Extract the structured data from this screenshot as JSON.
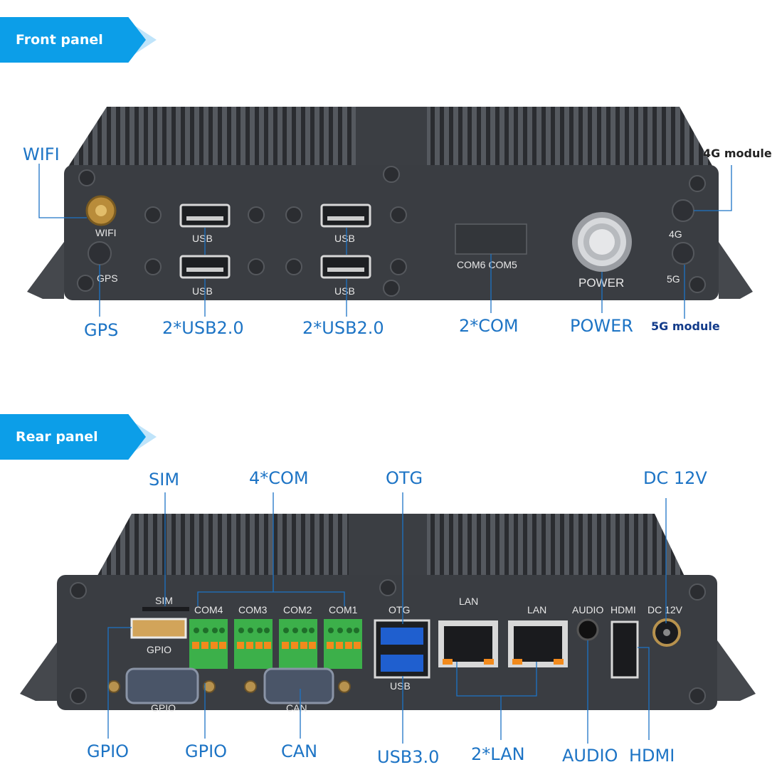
{
  "front": {
    "banner": "Front panel",
    "device_labels": {
      "wifi": "WIFI",
      "gps": "GPS",
      "usb_a": "USB",
      "usb_b": "USB",
      "usb_c": "USB",
      "usb_d": "USB",
      "com": "COM6 COM5",
      "power": "POWER",
      "g4": "4G",
      "g5": "5G"
    },
    "callouts": {
      "wifi": "WIFI",
      "gps": "GPS",
      "usb_left": "2*USB2.0",
      "usb_right": "2*USB2.0",
      "com": "2*COM",
      "power": "POWER",
      "module_4g": "4G module",
      "module_5g": "5G module"
    }
  },
  "rear": {
    "banner": "Rear panel",
    "device_labels": {
      "sim": "SIM",
      "com4": "COM4",
      "com3": "COM3",
      "com2": "COM2",
      "com1": "COM1",
      "otg": "OTG",
      "lan1": "LAN",
      "lan2": "LAN",
      "audio": "AUDIO",
      "hdmi": "HDMI",
      "dc": "DC 12V",
      "gpio_top": "GPIO",
      "gpio_db": "GPIO",
      "can": "CAN",
      "usb": "USB"
    },
    "callouts": {
      "sim": "SIM",
      "com4x": "4*COM",
      "otg": "OTG",
      "dc": "DC 12V",
      "gpio1": "GPIO",
      "gpio2": "GPIO",
      "can": "CAN",
      "usb3": "USB3.0",
      "lan2x": "2*LAN",
      "audio": "AUDIO",
      "hdmi": "HDMI"
    }
  },
  "colors": {
    "banner": "#0c9ee8",
    "callout": "#1d74c5",
    "chassis": "#3a3d42",
    "terminal": "#3cb04a"
  }
}
